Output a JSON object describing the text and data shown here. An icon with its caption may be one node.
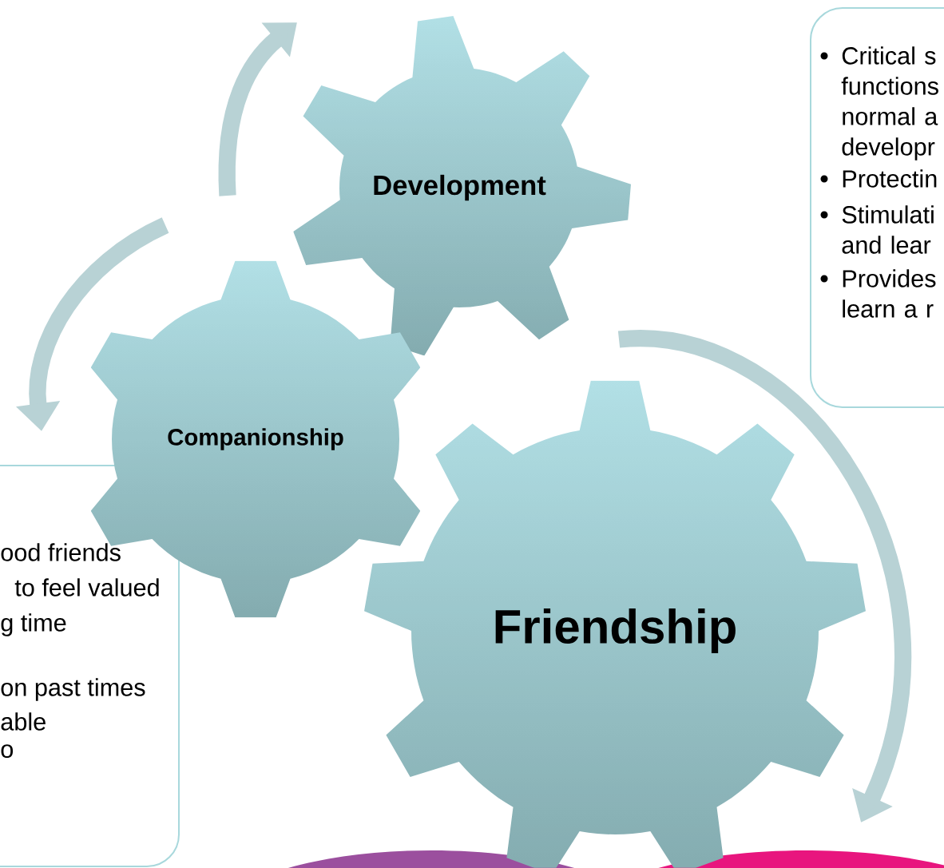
{
  "diagram": {
    "nodes": [
      {
        "text": [
          "Critical s functions normal a developr",
          "Protectin",
          "Stimulati and lear",
          "Provides learn a r"
        ]
      },
      {
        "text": [
          "ood friends",
          "to feel valued",
          "g time",
          "on past times",
          "able",
          "o"
        ]
      },
      {
        "text": [
          "Development"
        ]
      },
      {
        "text": [
          "Companionship"
        ]
      },
      {
        "text": [
          "Friendship"
        ]
      }
    ]
  }
}
